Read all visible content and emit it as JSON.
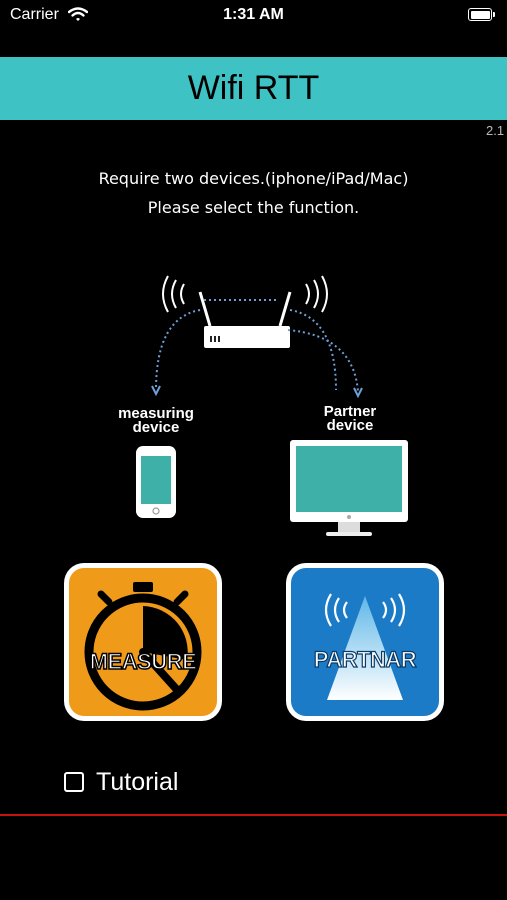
{
  "status_bar": {
    "carrier": "Carrier",
    "time": "1:31 AM"
  },
  "header": {
    "title": "Wifi RTT"
  },
  "version": "2.1",
  "instructions": {
    "line1": "Require two devices.(iphone/iPad/Mac)",
    "line2": "Please select the function."
  },
  "diagram": {
    "measuring_label_1": "measuring",
    "measuring_label_2": "device",
    "partner_label_1": "Partner",
    "partner_label_2": "device"
  },
  "buttons": {
    "measure_label": "MEASURE",
    "partner_label": "PARTNAR"
  },
  "tutorial": {
    "label": "Tutorial",
    "checked": false
  },
  "colors": {
    "header_bg": "#3fc2c3",
    "measure_bg": "#f09a1a",
    "partner_bg": "#1b7bc6",
    "divider": "#c81212"
  },
  "icons": {
    "wifi": "wifi-icon",
    "battery": "battery-icon",
    "router": "router-icon",
    "phone": "phone-icon",
    "monitor": "monitor-icon",
    "stopwatch": "stopwatch-icon",
    "signal_cone": "signal-cone-icon"
  }
}
